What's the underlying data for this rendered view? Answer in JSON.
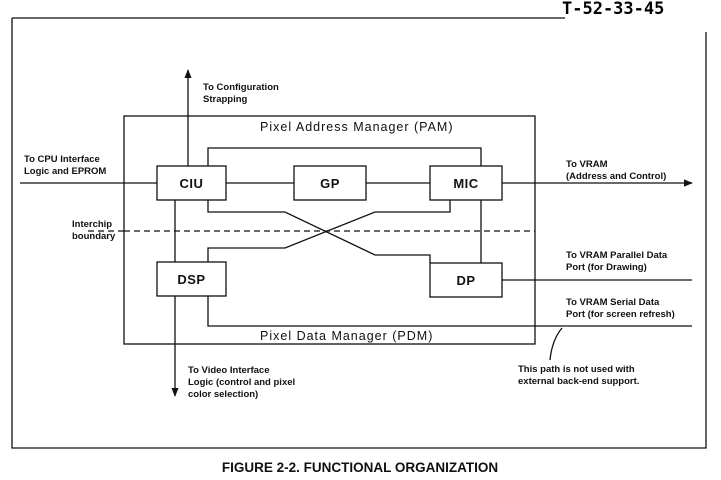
{
  "doc_id": "T-52-33-45",
  "caption": "FIGURE 2-2. FUNCTIONAL ORGANIZATION",
  "managers": {
    "pam": "Pixel Address Manager (PAM)",
    "pdm": "Pixel Data Manager (PDM)"
  },
  "blocks": {
    "ciu": "CIU",
    "gp": "GP",
    "mic": "MIC",
    "dsp": "DSP",
    "dp": "DP"
  },
  "labels": {
    "config": [
      "To Configuration",
      "Strapping"
    ],
    "cpu": [
      "To CPU Interface",
      "Logic and EPROM"
    ],
    "interchip": [
      "Interchip",
      "boundary"
    ],
    "vram_addr": [
      "To VRAM",
      "(Address and Control)"
    ],
    "vram_parallel": [
      "To VRAM Parallel Data",
      "Port (for Drawing)"
    ],
    "vram_serial": [
      "To VRAM Serial Data",
      "Port (for screen refresh)"
    ],
    "note": [
      "This path is not used with",
      "external back-end support."
    ],
    "video": [
      "To Video Interface",
      "Logic (control and pixel",
      "color selection)"
    ]
  }
}
